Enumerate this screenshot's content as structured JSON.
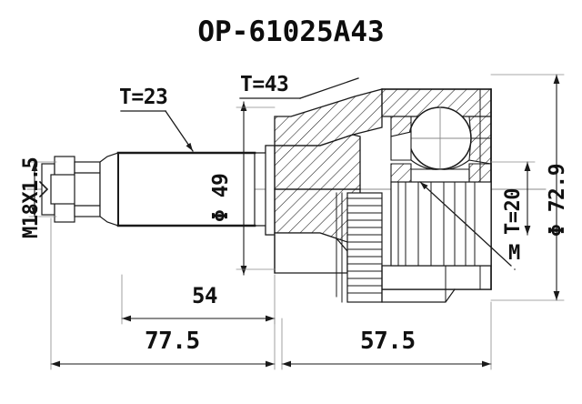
{
  "drawing": {
    "title": "OP-61025A43",
    "type": "CV joint technical cross-section drawing",
    "background_color": "#ffffff",
    "line_color": "#1a1a1a",
    "text_color": "#111111"
  },
  "labels": {
    "thread_spec": "M18X1.5",
    "inner_spline_teeth": "T=23",
    "cage_teeth": "T=43",
    "outer_spline_teeth": "T=20",
    "shaft_diameter": "Φ 49",
    "joint_diameter": "Φ 72.9",
    "marker_m": "M"
  },
  "dimensions": {
    "d_54": "54",
    "d_775": "77.5",
    "d_575": "57.5"
  },
  "chart_data": {
    "type": "table",
    "title": "OP-61025A43",
    "categories": [
      "M18X1.5",
      "T=23",
      "T=43",
      "T=20",
      "Φ 49",
      "Φ 72.9",
      "54",
      "77.5",
      "57.5"
    ],
    "values": [
      null,
      23,
      43,
      20,
      49,
      72.9,
      54,
      77.5,
      57.5
    ]
  }
}
